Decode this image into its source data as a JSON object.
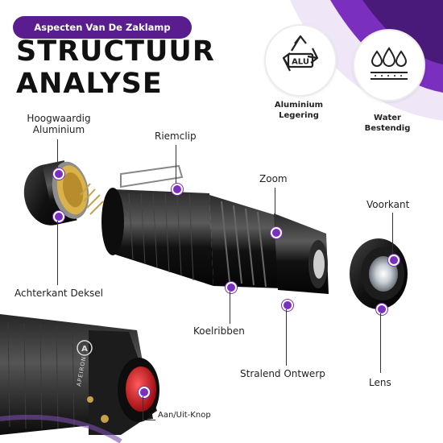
{
  "header": {
    "pill_label": "Aspecten Van De Zaklamp",
    "title_line1": "STRUCTUUR",
    "title_line2": "ANALYSE"
  },
  "features": [
    {
      "icon": "recycle-alu-icon",
      "icon_text": "ALU",
      "label_line1": "Aluminium",
      "label_line2": "Legering"
    },
    {
      "icon": "water-drops-icon",
      "label_line1": "Water",
      "label_line2": "Bestendig"
    }
  ],
  "parts": {
    "aluminium_line1": "Hoogwaardig",
    "aluminium_line2": "Aluminium",
    "riemclip": "Riemclip",
    "zoom": "Zoom",
    "voorkant": "Voorkant",
    "achterkant": "Achterkant Deksel",
    "koelribben": "Koelribben",
    "stralend": "Stralend Ontwerp",
    "lens": "Lens",
    "aanuit": "Aan/Uit-Knop"
  },
  "brand": {
    "name": "APEIRON",
    "logo_letter": "A"
  },
  "colors": {
    "accent": "#7b2fbe",
    "pill": "#5a1d8f",
    "button_red": "#e01b24",
    "body_black": "#141414"
  }
}
